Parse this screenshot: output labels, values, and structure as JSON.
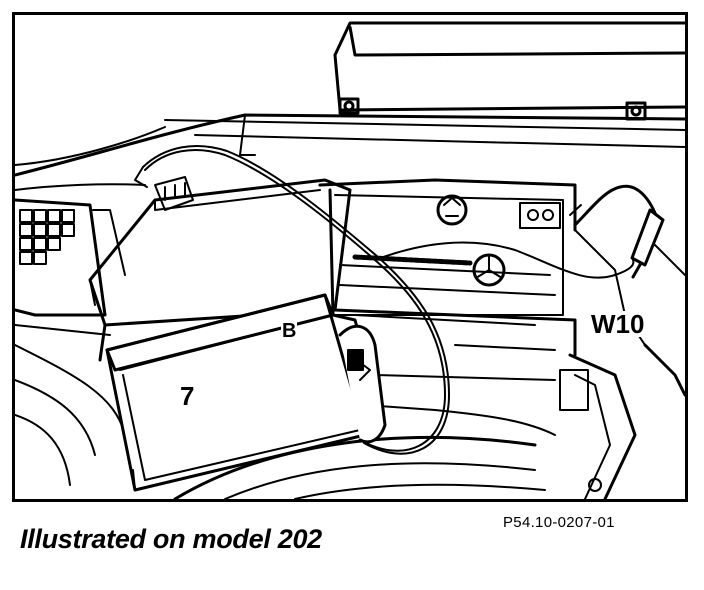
{
  "figure": {
    "callouts": {
      "tester": "7",
      "battery_terminal": "B",
      "ground_lead": "W10"
    },
    "caption": "Illustrated on model 202",
    "figure_id": "P54.10-0207-01"
  }
}
